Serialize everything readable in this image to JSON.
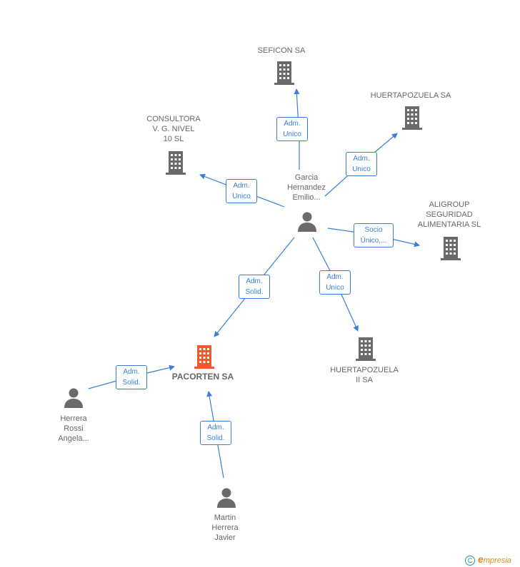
{
  "colors": {
    "edge": "#3a7fd5",
    "node_gray": "#6a6a6a",
    "node_main": "#f0592a",
    "text": "#666666"
  },
  "nodes": {
    "pacorten": {
      "label": "PACORTEN SA",
      "kind": "company-main"
    },
    "seficon": {
      "label": "SEFICON SA",
      "kind": "company"
    },
    "huertapozuela": {
      "label": "HUERTAPOZUELA SA",
      "kind": "company"
    },
    "consultora": {
      "label": "CONSULTORA\nV. G. NIVEL\n10 SL",
      "kind": "company"
    },
    "aligroup": {
      "label": "ALIGROUP\nSEGURIDAD\nALIMENTARIA SL",
      "kind": "company"
    },
    "huertapozuela2": {
      "label": "HUERTAPOZUELA\nII SA",
      "kind": "company"
    },
    "garcia": {
      "label": "Garcia\nHernandez\nEmilio...",
      "kind": "person"
    },
    "herrera": {
      "label": "Herrera\nRossi\nAngela...",
      "kind": "person"
    },
    "martin": {
      "label": "Martin\nHerrera\nJavier",
      "kind": "person"
    }
  },
  "edges": [
    {
      "from": "garcia",
      "to": "seficon",
      "role_line1": "Adm.",
      "role_line2": "Unico"
    },
    {
      "from": "garcia",
      "to": "huertapozuela",
      "role_line1": "Adm.",
      "role_line2": "Unico"
    },
    {
      "from": "garcia",
      "to": "consultora",
      "role_line1": "Adm.",
      "role_line2": "Unico"
    },
    {
      "from": "garcia",
      "to": "aligroup",
      "role_line1": "Socio",
      "role_line2": "Único,..."
    },
    {
      "from": "garcia",
      "to": "huertapozuela2",
      "role_line1": "Adm.",
      "role_line2": "Unico"
    },
    {
      "from": "garcia",
      "to": "pacorten",
      "role_line1": "Adm.",
      "role_line2": "Solid."
    },
    {
      "from": "herrera",
      "to": "pacorten",
      "role_line1": "Adm.",
      "role_line2": "Solid."
    },
    {
      "from": "martin",
      "to": "pacorten",
      "role_line1": "Adm.",
      "role_line2": "Solid."
    }
  ],
  "footer": {
    "copyright_symbol": "C",
    "brand": "mpresia",
    "brand_initial": "e"
  },
  "icons": {
    "company": "building-icon",
    "person": "person-icon"
  }
}
